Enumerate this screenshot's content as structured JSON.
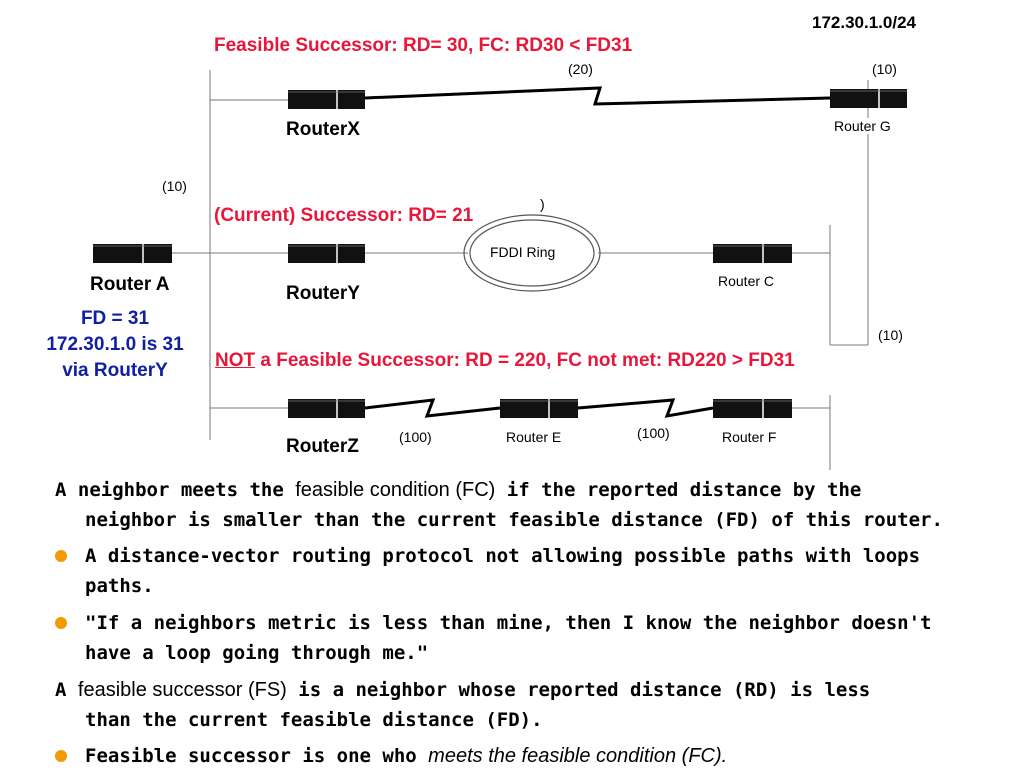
{
  "diagram": {
    "network_label": "172.30.1.0/24",
    "fs_label": "Feasible Successor:  RD= 30, FC: RD30 < FD31",
    "successor_label": "(Current) Successor: RD= 21",
    "not_fs_prefix": "NOT",
    "not_fs_rest": " a Feasible Successor: RD = 220,  FC not met: RD220 > FD31",
    "fd_lines": [
      "FD = 31",
      "172.30.1.0 is 31",
      "via RouterY"
    ],
    "routers": {
      "router_a": "Router A",
      "router_x": "RouterX",
      "router_y": "RouterY",
      "router_z": "RouterZ",
      "router_g": "Router G",
      "router_c": "Router C",
      "router_e": "Router E",
      "router_f": "Router F"
    },
    "costs": {
      "x_to_g": "(20)",
      "g_lan": "(10)",
      "a_lan": "(10)",
      "c_lan": "(10)",
      "z_to_e": "(100)",
      "e_to_f": "(100)",
      "fddi_small": ")"
    },
    "fddi_label": "FDDI Ring"
  },
  "text": {
    "p1_a": "A neighbor meets the ",
    "p1_b": "feasible condition (FC)",
    "p1_c": " if the reported distance by the",
    "p1_d": "neighbor is smaller than the current feasible distance (FD) of this router.",
    "b1_a": "A distance-vector routing protocol not allowing possible paths with loops",
    "b1_b": "paths.",
    "b2_a": "\"If a neighbors metric is less than mine, then I know the neighbor doesn't",
    "b2_b": "have a loop going through me.\"",
    "p2_a": "A ",
    "p2_b": "feasible successor (FS)",
    "p2_c": " is a neighbor whose reported distance (RD) is less",
    "p2_d": "than the current feasible distance (FD).",
    "b3_a": "Feasible successor is one who ",
    "b3_b": "meets the feasible condition (FC)."
  },
  "colors": {
    "accent_red": "#e8173a",
    "fd_blue": "#1020a0",
    "bullet": "#f29a00"
  }
}
